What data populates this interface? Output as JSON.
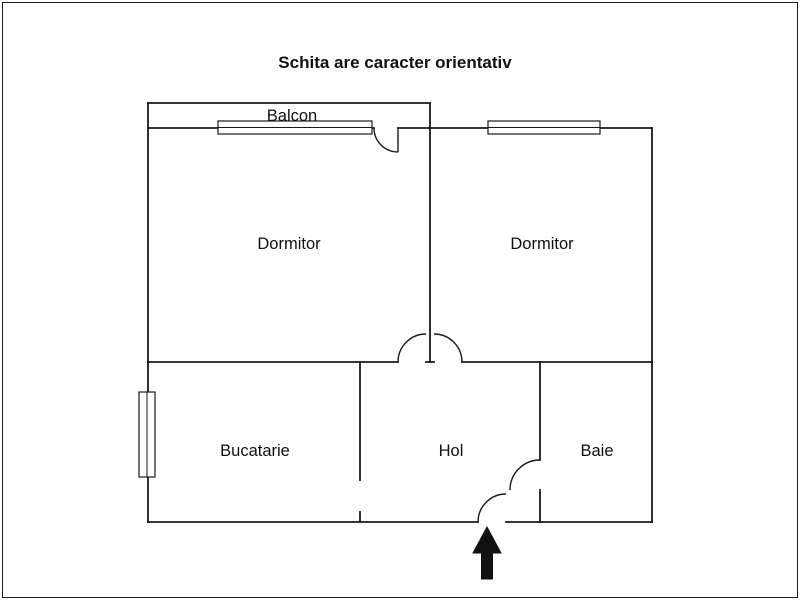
{
  "title": "Schita are caracter orientativ",
  "rooms": {
    "balcon": {
      "label": "Balcon"
    },
    "dormitor_left": {
      "label": "Dormitor"
    },
    "dormitor_right": {
      "label": "Dormitor"
    },
    "bucatarie": {
      "label": "Bucatarie"
    },
    "hol": {
      "label": "Hol"
    },
    "baie": {
      "label": "Baie"
    }
  },
  "icons": {
    "entrance_arrow": "up-arrow-entrance-marker"
  },
  "colors": {
    "line": "#1a1a1a",
    "background": "#ffffff",
    "arrow": "#111111"
  }
}
